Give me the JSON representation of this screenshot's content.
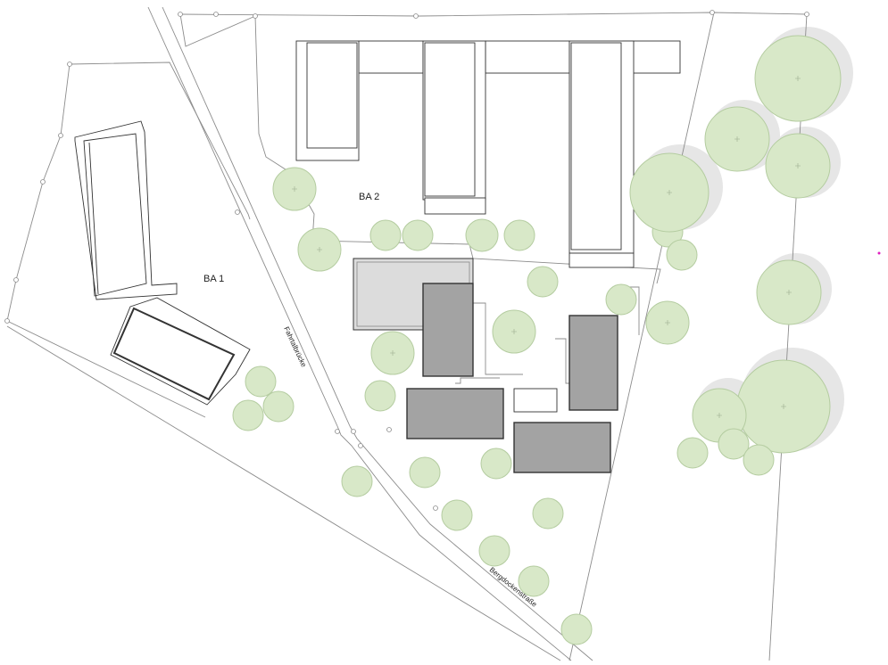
{
  "labels": {
    "ba1": "BA 1",
    "ba2": "BA 2",
    "street_fahrtal": "Fahrtalbrücke",
    "street_berg": "Bergdockenstraße"
  },
  "colors": {
    "tree_fill": "#d8e8c8",
    "tree_stroke": "#b4cca0",
    "tree_shadow": "#e6e6e6",
    "building_dark": "#a3a3a3",
    "building_light": "#dcdcdc",
    "line": "#8c8c8c",
    "outline": "#333333",
    "marker": "#e020c0"
  }
}
